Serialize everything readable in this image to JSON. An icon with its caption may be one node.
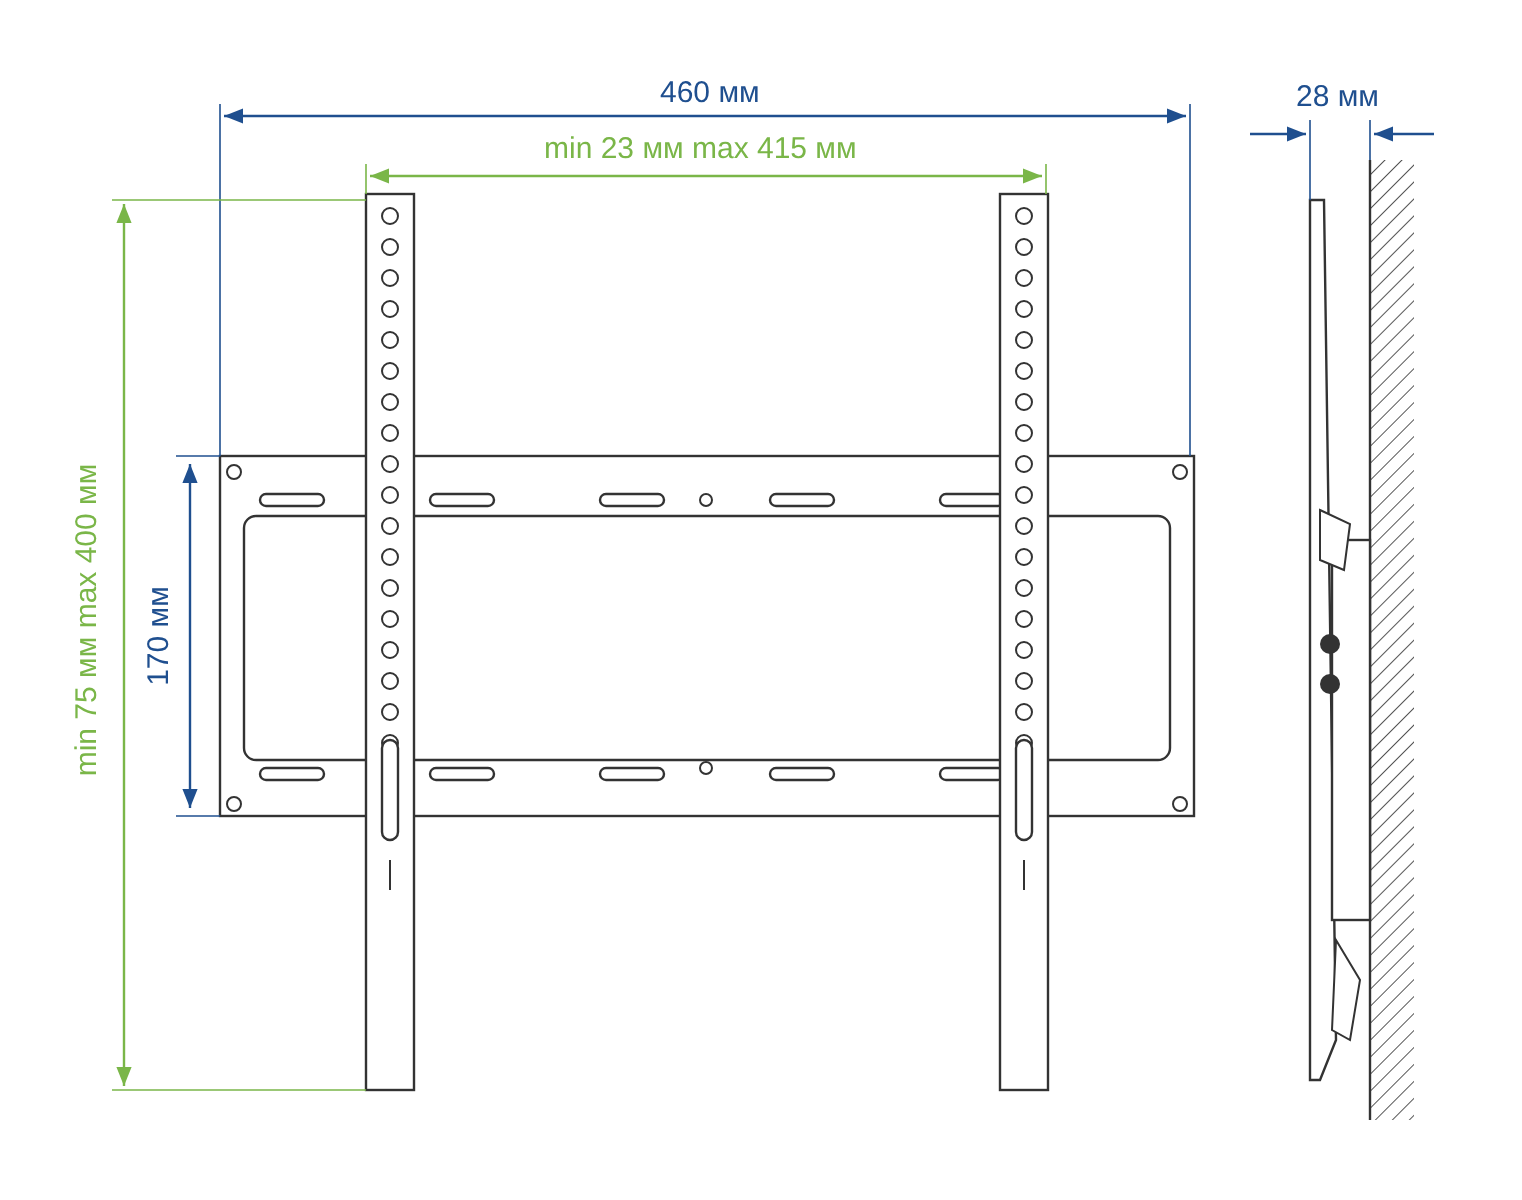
{
  "diagram": {
    "labels": [
      "460 мм",
      "min 23 мм max 415 мм",
      "28 мм",
      "170 мм",
      "min 75 мм max 400 мм"
    ]
  }
}
